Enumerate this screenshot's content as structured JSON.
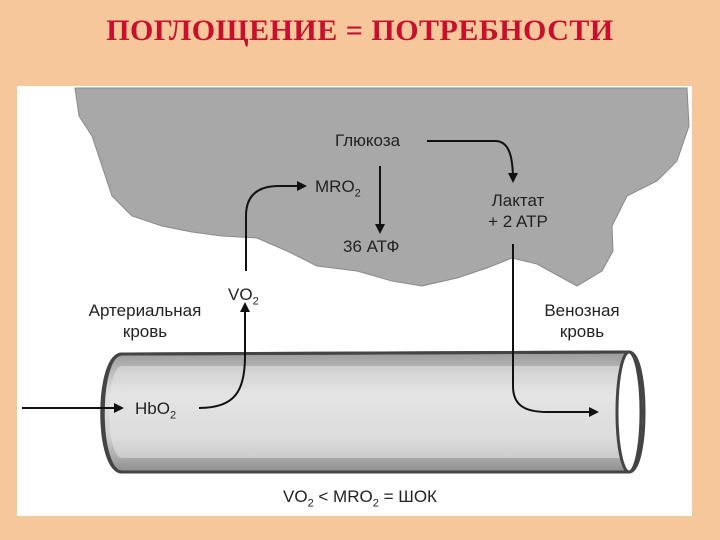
{
  "slide": {
    "title": "ПОГЛОЩЕНИЕ = ПОТРЕБНОСТИ"
  },
  "diagram": {
    "glucose": "Глюкоза",
    "mro2_prefix": "MRO",
    "atp36": "36 АТФ",
    "lactate_line1": "Лактат",
    "lactate_line2": "+ 2 ATP",
    "vo2_prefix": "VO",
    "arterial_line1": "Артериальная",
    "arterial_line2": "кровь",
    "venous_line1": "Венозная",
    "venous_line2": "кровь",
    "hbo2_prefix": "HbO",
    "subscript_2": "2",
    "formula_vo2": "VO",
    "formula_lt": " < MRO",
    "formula_eq": " = ШОК"
  },
  "colors": {
    "background": "#f7c79c",
    "title": "#c8102e",
    "tissue": "#a9a9a9",
    "vessel": "#cfcfcf"
  }
}
